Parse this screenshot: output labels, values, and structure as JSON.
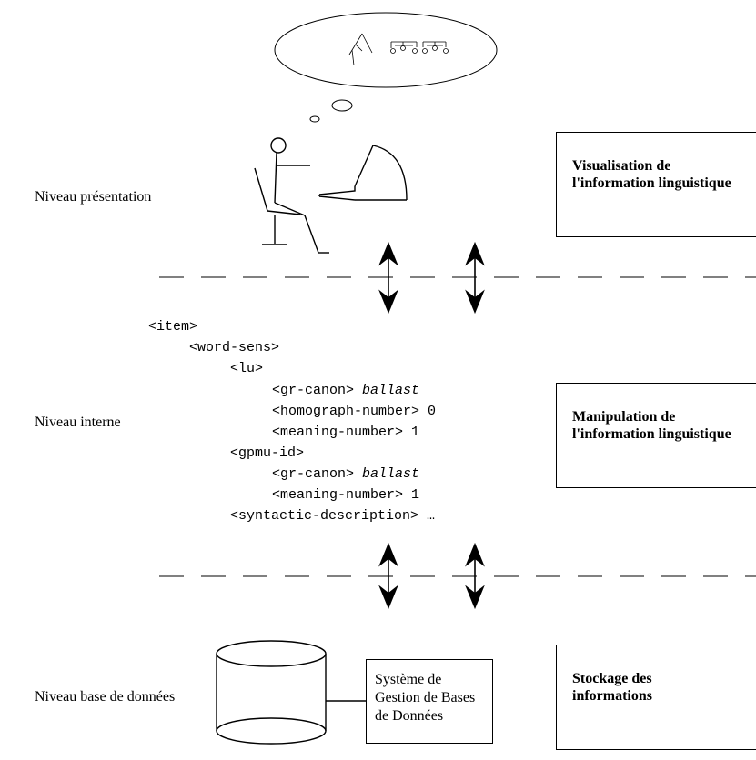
{
  "levels": {
    "presentation": "Niveau présentation",
    "interne": "Niveau interne",
    "base": "Niveau base de données"
  },
  "boxes": {
    "visualisation": {
      "line1": "Visualisation de",
      "line2": "l'information linguistique"
    },
    "manipulation": {
      "line1": "Manipulation de",
      "line2": "l'information linguistique"
    },
    "stockage": {
      "line1": "Stockage des",
      "line2": "informations"
    }
  },
  "sgbd": {
    "line1": "Système de",
    "line2": "Gestion de Bases",
    "line3": "de Données"
  },
  "code": {
    "item": "<item>",
    "word_sens": "<word-sens>",
    "lu": "<lu>",
    "gr_canon_tag": "<gr-canon> ",
    "gr_canon_val": "ballast",
    "homograph": "<homograph-number> 0",
    "meaning": "<meaning-number> 1",
    "gpmu": "<gpmu-id>",
    "gr_canon_tag2": "<gr-canon> ",
    "gr_canon_val2": "ballast",
    "meaning2": "<meaning-number> 1",
    "syntactic": "<syntactic-description> …"
  }
}
